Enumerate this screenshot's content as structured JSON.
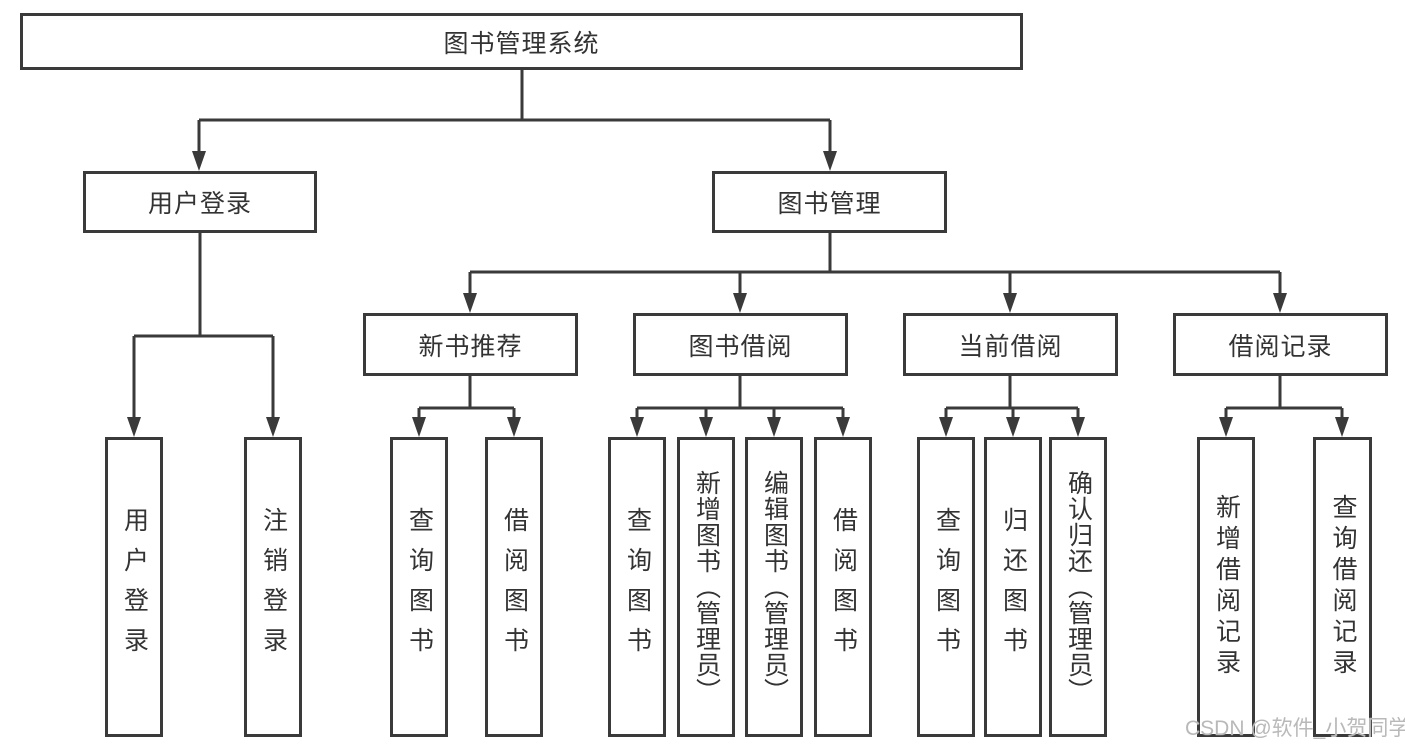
{
  "tree": {
    "root": {
      "label": "图书管理系统"
    },
    "branches": [
      {
        "label": "用户登录",
        "children": [
          {
            "label": "用户登录"
          },
          {
            "label": "注销登录"
          }
        ]
      },
      {
        "label": "图书管理",
        "children": [
          {
            "label": "新书推荐",
            "children": [
              {
                "label": "查询图书"
              },
              {
                "label": "借阅图书"
              }
            ]
          },
          {
            "label": "图书借阅",
            "children": [
              {
                "label": "查询图书"
              },
              {
                "label": "新增图书（管理员）"
              },
              {
                "label": "编辑图书（管理员）"
              },
              {
                "label": "借阅图书"
              }
            ]
          },
          {
            "label": "当前借阅",
            "children": [
              {
                "label": "查询图书"
              },
              {
                "label": "归还图书"
              },
              {
                "label": "确认归还（管理员）"
              }
            ]
          },
          {
            "label": "借阅记录",
            "children": [
              {
                "label": "新增借阅记录"
              },
              {
                "label": "查询借阅记录"
              }
            ]
          }
        ]
      }
    ]
  },
  "watermark": {
    "text": "CSDN @软件_小贺同学"
  },
  "colors": {
    "background": "#ffffff",
    "box_border": "#3a3a3a",
    "connector_line": "#3a3a3a",
    "text": "#333333",
    "watermark_text": "#b9b9b9"
  }
}
